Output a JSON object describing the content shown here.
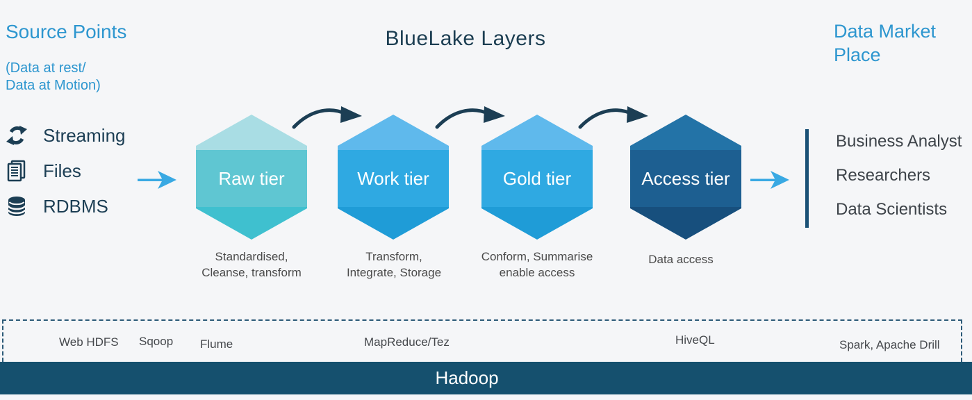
{
  "header": {
    "title": "BlueLake Layers",
    "source_heading": "Source Points",
    "source_sub_line1": "(Data at rest/",
    "source_sub_line2": "Data at Motion)",
    "market_heading_line1": "Data Market",
    "market_heading_line2": "Place"
  },
  "sources": [
    {
      "icon": "streaming-icon",
      "label": "Streaming"
    },
    {
      "icon": "files-icon",
      "label": "Files"
    },
    {
      "icon": "database-icon",
      "label": "RDBMS"
    }
  ],
  "tiers": [
    {
      "name": "Raw tier",
      "caption": [
        "Standardised,",
        "Cleanse, transform"
      ],
      "fill": {
        "top": "#a9dde4",
        "mid": "#5fc6d2",
        "bottom": "#3fc0cf"
      }
    },
    {
      "name": "Work tier",
      "caption": [
        "Transform,",
        "Integrate, Storage"
      ],
      "fill": {
        "top": "#5fb9ec",
        "mid": "#2fa9e2",
        "bottom": "#1f9cd7"
      }
    },
    {
      "name": "Gold tier",
      "caption": [
        "Conform, Summarise",
        "enable access"
      ],
      "fill": {
        "top": "#5fb9ec",
        "mid": "#2fa9e2",
        "bottom": "#1f9cd7"
      }
    },
    {
      "name": "Access tier",
      "caption": [
        "Data access",
        ""
      ],
      "fill": {
        "top": "#2373a7",
        "mid": "#1d5f91",
        "bottom": "#174f7d"
      }
    }
  ],
  "market_items": [
    "Business Analyst",
    "Researchers",
    "Data Scientists"
  ],
  "hadoop": {
    "tools": [
      "Web HDFS",
      "Sqoop",
      "Flume",
      "MapReduce/Tez",
      "HiveQL",
      "Spark, Apache Drill"
    ],
    "bar_label": "Hadoop"
  },
  "colors": {
    "background": "#f5f6f8",
    "accent_blue": "#2d96cf",
    "navy": "#1c3e54",
    "caption_gray": "#4a4a4a",
    "arrow_blue": "#39a9e3",
    "market_bar": "#1a5176",
    "hadoop_bar": "#15506e",
    "dashed_border": "#2c5a78"
  }
}
